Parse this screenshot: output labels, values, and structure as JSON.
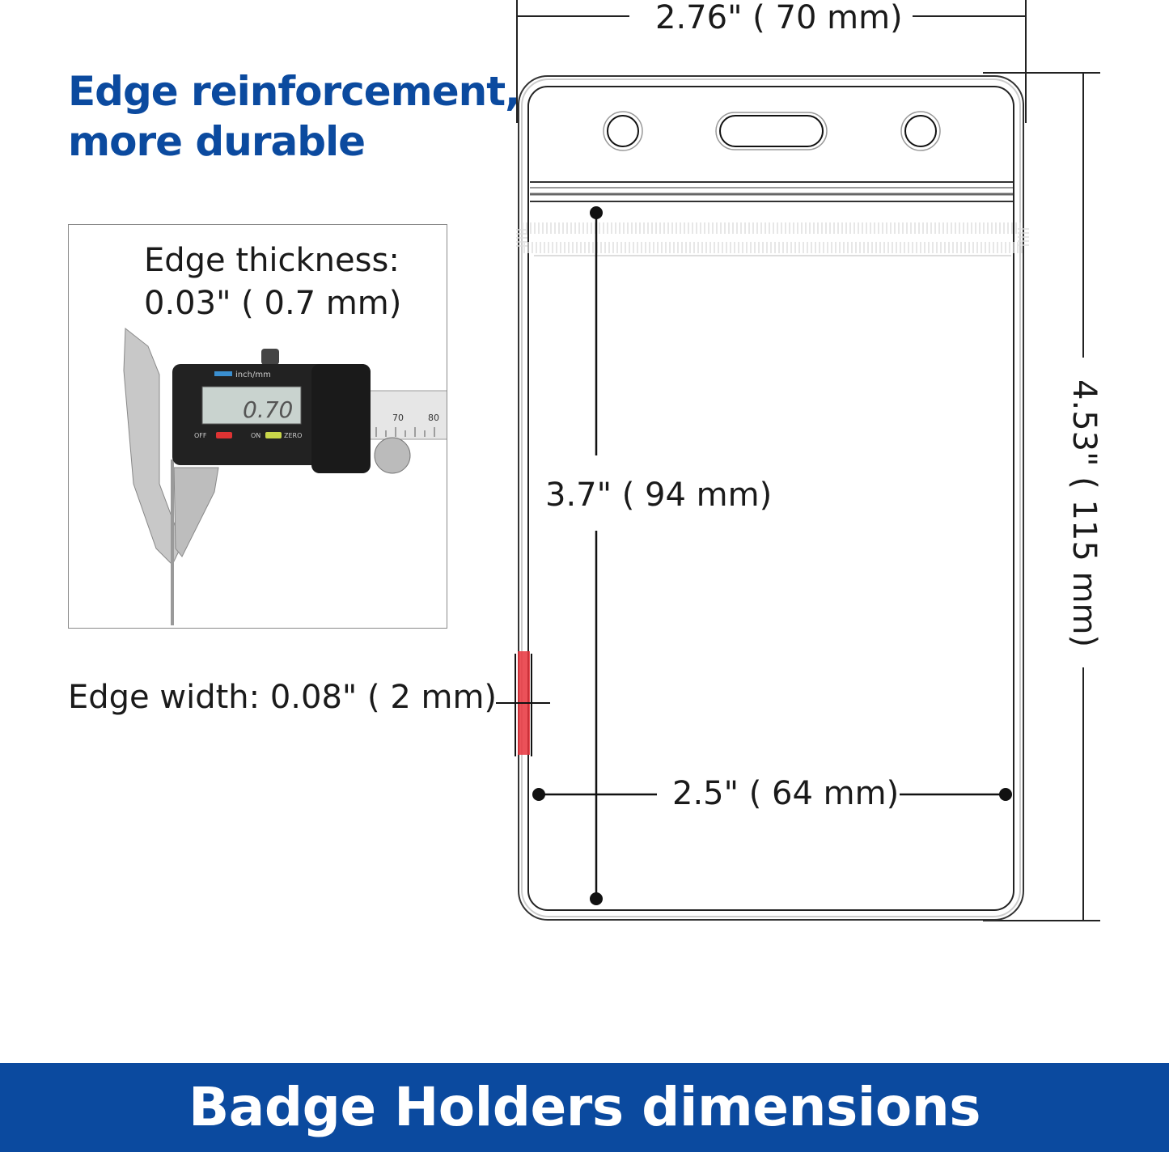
{
  "heading": {
    "line1": "Edge reinforcement,",
    "line2": "more durable"
  },
  "edge_thickness": {
    "label": "Edge thickness:",
    "value": "0.03\" ( 0.7 mm)"
  },
  "caliper": {
    "unit_label": "inch/mm",
    "reading": "0.70",
    "off": "OFF",
    "on": "ON",
    "zero": "ZERO",
    "scale_70": "70",
    "scale_80": "80"
  },
  "edge_width": "Edge width: 0.08\" ( 2 mm)",
  "dimensions": {
    "outer_width": "2.76\" ( 70 mm)",
    "outer_height": "4.53\" ( 115 mm)",
    "inner_height": "3.7\" ( 94 mm)",
    "inner_width": "2.5\" ( 64 mm)"
  },
  "colors": {
    "brand_blue": "#0b4a9f",
    "edge_highlight": "#e8323c"
  },
  "banner": {
    "title": "Badge Holders dimensions"
  }
}
